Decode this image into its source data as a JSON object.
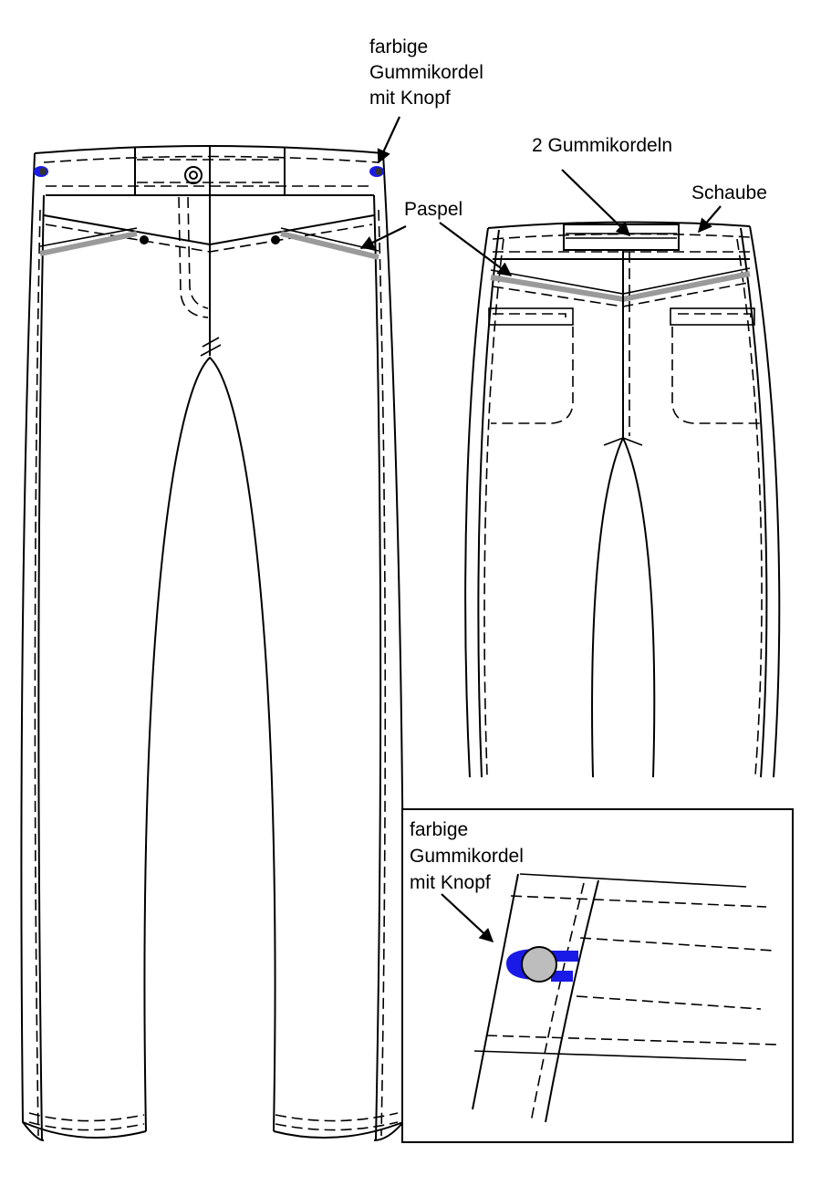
{
  "labels": {
    "front_cord_line1": "farbige",
    "front_cord_line2": "Gummikordel",
    "front_cord_line3": "mit Knopf",
    "two_cords": "2 Gummikordeln",
    "yoke": "Schaube",
    "piping": "Paspel",
    "detail_line1": "farbige",
    "detail_line2": "Gummikordel",
    "detail_line3": "mit Knopf"
  },
  "colors": {
    "line": "#000000",
    "piping": "#9a9a9a",
    "cord": "#1a1ae6",
    "button": "#bdbdbd",
    "background": "#ffffff"
  }
}
